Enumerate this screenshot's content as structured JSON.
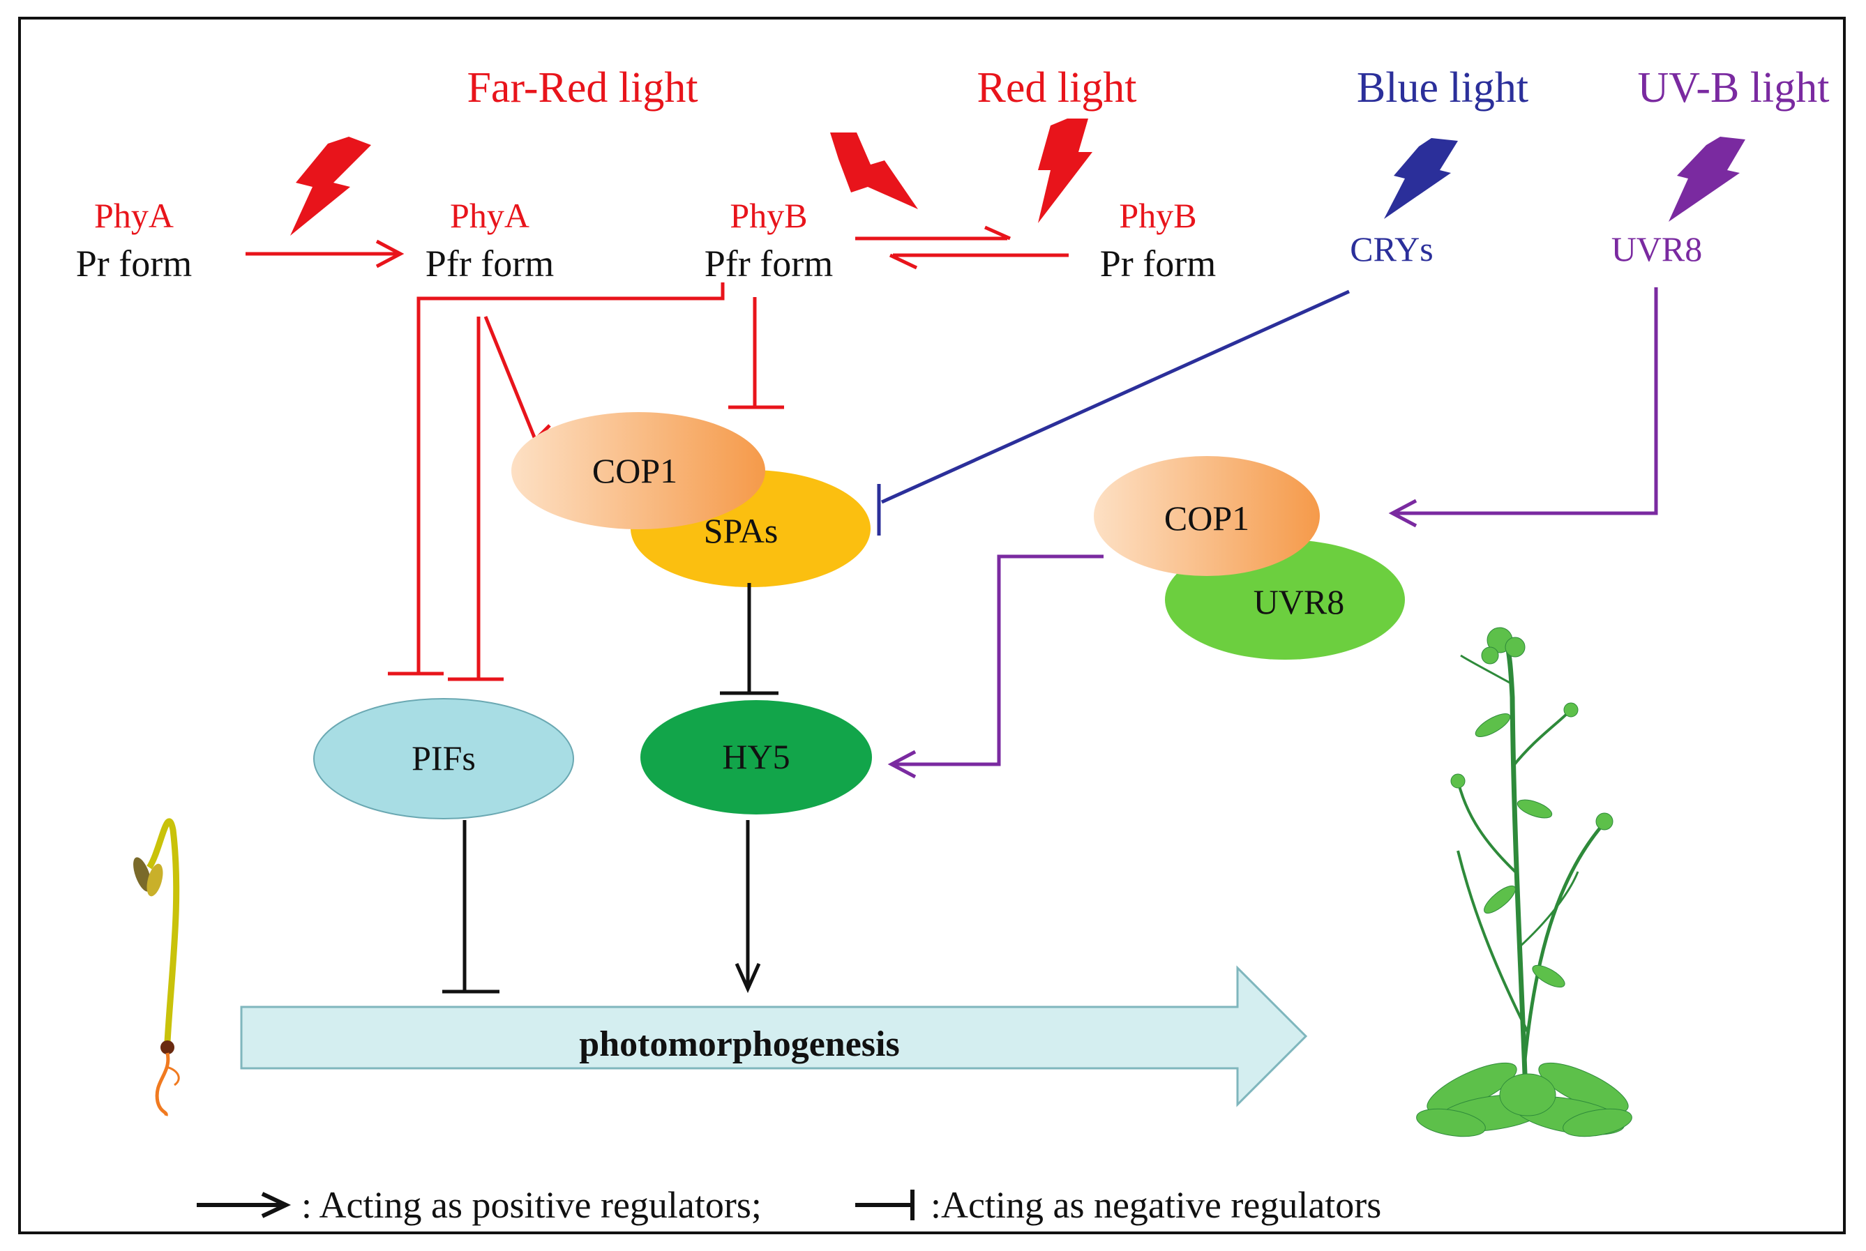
{
  "colors": {
    "red": "#e8141b",
    "blue": "#2b2f9a",
    "purple": "#7a2aa0",
    "black": "#111111",
    "cop1_light": "#fbd3b0",
    "cop1_dark": "#f59a4a",
    "spas": "#fbbf10",
    "uvr8": "#6ccf3f",
    "pifs": "#a8dde4",
    "hy5": "#12a54a",
    "arrow_fill": "#d4eef0",
    "arrow_stroke": "#7fb6bd"
  },
  "lights": {
    "far_red": "Far-Red light",
    "red": "Red light",
    "blue": "Blue light",
    "uvb": "UV-B light"
  },
  "photoreceptors": {
    "phya_pr": {
      "name": "PhyA",
      "form": "Pr form"
    },
    "phya_pfr": {
      "name": "PhyA",
      "form": "Pfr form"
    },
    "phyb_pfr": {
      "name": "PhyB",
      "form": "Pfr form"
    },
    "phyb_pr": {
      "name": "PhyB",
      "form": "Pr form"
    },
    "crys": "CRYs",
    "uvr8": "UVR8"
  },
  "complexes": {
    "cop1_left": "COP1",
    "spas": "SPAs",
    "cop1_right": "COP1",
    "uvr8": "UVR8"
  },
  "factors": {
    "pifs": "PIFs",
    "hy5": "HY5"
  },
  "process": "photomorphogenesis",
  "legend": {
    "positive": ": Acting as positive regulators;",
    "negative": ":Acting as negative regulators"
  },
  "icons": [
    "lightning-bolt-icon",
    "seedling-illustration",
    "mature-plant-illustration"
  ]
}
